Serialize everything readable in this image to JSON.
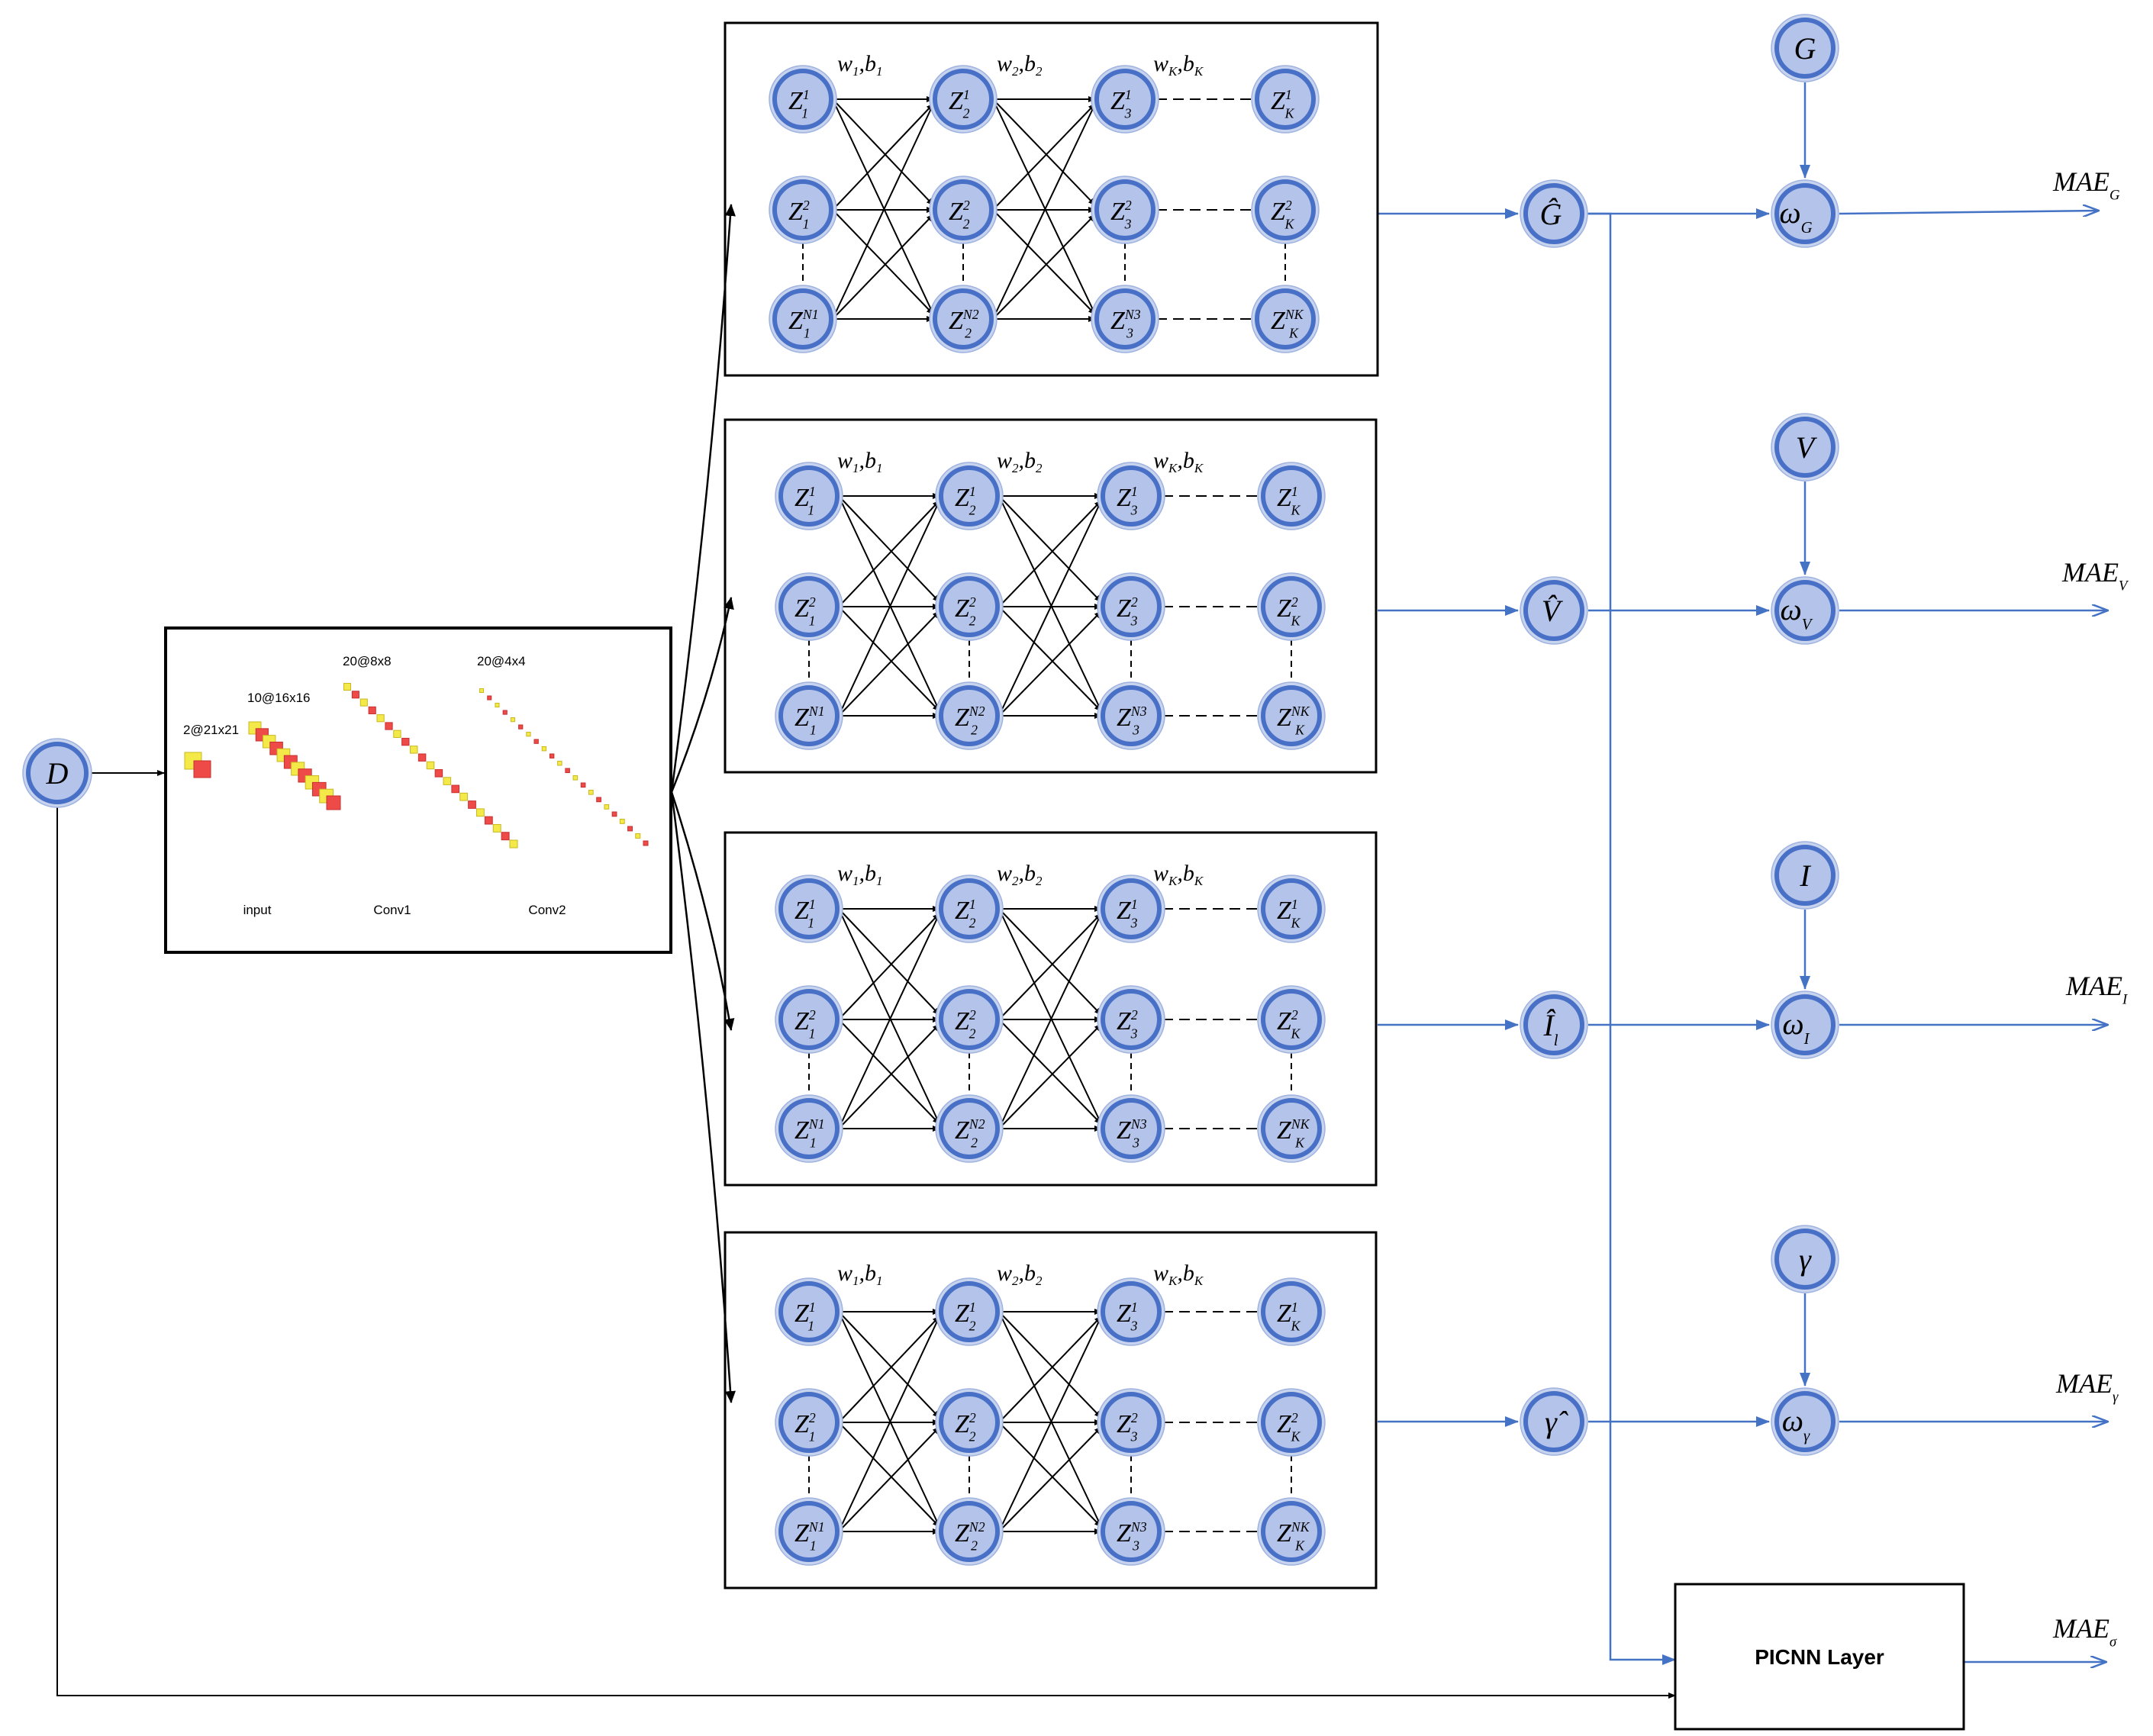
{
  "input_node": {
    "label": "D"
  },
  "cnn": {
    "layer_sizes": [
      "2@21x21",
      "10@16x16",
      "20@8x8",
      "20@4x4"
    ],
    "captions": [
      "input",
      "Conv1",
      "Conv2"
    ]
  },
  "subnets": [
    {
      "weight_labels": [
        {
          "w": "w",
          "ws": "1",
          "b": "b",
          "bs": "1"
        },
        {
          "w": "w",
          "ws": "2",
          "b": "b",
          "bs": "2"
        },
        {
          "w": "w",
          "ws": "K",
          "b": "b",
          "bs": "K"
        }
      ],
      "columns": [
        [
          {
            "b": "Z",
            "sub": "1",
            "sup": "1"
          },
          {
            "b": "Z",
            "sub": "1",
            "sup": "2"
          },
          {
            "b": "Z",
            "sub": "1",
            "sup": "N1"
          }
        ],
        [
          {
            "b": "Z",
            "sub": "2",
            "sup": "1"
          },
          {
            "b": "Z",
            "sub": "2",
            "sup": "2"
          },
          {
            "b": "Z",
            "sub": "2",
            "sup": "N2"
          }
        ],
        [
          {
            "b": "Z",
            "sub": "3",
            "sup": "1"
          },
          {
            "b": "Z",
            "sub": "3",
            "sup": "2"
          },
          {
            "b": "Z",
            "sub": "3",
            "sup": "N3"
          }
        ],
        [
          {
            "b": "Z",
            "sub": "K",
            "sup": "1"
          },
          {
            "b": "Z",
            "sub": "K",
            "sup": "2"
          },
          {
            "b": "Z",
            "sub": "K",
            "sup": "NK"
          }
        ]
      ]
    },
    {
      "weight_labels": [
        {
          "w": "w",
          "ws": "1",
          "b": "b",
          "bs": "1"
        },
        {
          "w": "w",
          "ws": "2",
          "b": "b",
          "bs": "2"
        },
        {
          "w": "w",
          "ws": "K",
          "b": "b",
          "bs": "K"
        }
      ],
      "columns": [
        [
          {
            "b": "Z",
            "sub": "1",
            "sup": "1"
          },
          {
            "b": "Z",
            "sub": "1",
            "sup": "2"
          },
          {
            "b": "Z",
            "sub": "1",
            "sup": "N1"
          }
        ],
        [
          {
            "b": "Z",
            "sub": "2",
            "sup": "1"
          },
          {
            "b": "Z",
            "sub": "2",
            "sup": "2"
          },
          {
            "b": "Z",
            "sub": "2",
            "sup": "N2"
          }
        ],
        [
          {
            "b": "Z",
            "sub": "3",
            "sup": "1"
          },
          {
            "b": "Z",
            "sub": "3",
            "sup": "2"
          },
          {
            "b": "Z",
            "sub": "3",
            "sup": "N3"
          }
        ],
        [
          {
            "b": "Z",
            "sub": "K",
            "sup": "1"
          },
          {
            "b": "Z",
            "sub": "K",
            "sup": "2"
          },
          {
            "b": "Z",
            "sub": "K",
            "sup": "NK"
          }
        ]
      ]
    },
    {
      "weight_labels": [
        {
          "w": "w",
          "ws": "1",
          "b": "b",
          "bs": "1"
        },
        {
          "w": "w",
          "ws": "2",
          "b": "b",
          "bs": "2"
        },
        {
          "w": "w",
          "ws": "K",
          "b": "b",
          "bs": "K"
        }
      ],
      "columns": [
        [
          {
            "b": "Z",
            "sub": "1",
            "sup": "1"
          },
          {
            "b": "Z",
            "sub": "1",
            "sup": "2"
          },
          {
            "b": "Z",
            "sub": "1",
            "sup": "N1"
          }
        ],
        [
          {
            "b": "Z",
            "sub": "2",
            "sup": "1"
          },
          {
            "b": "Z",
            "sub": "2",
            "sup": "2"
          },
          {
            "b": "Z",
            "sub": "2",
            "sup": "N2"
          }
        ],
        [
          {
            "b": "Z",
            "sub": "3",
            "sup": "1"
          },
          {
            "b": "Z",
            "sub": "3",
            "sup": "2"
          },
          {
            "b": "Z",
            "sub": "3",
            "sup": "N3"
          }
        ],
        [
          {
            "b": "Z",
            "sub": "K",
            "sup": "1"
          },
          {
            "b": "Z",
            "sub": "K",
            "sup": "2"
          },
          {
            "b": "Z",
            "sub": "K",
            "sup": "NK"
          }
        ]
      ]
    },
    {
      "weight_labels": [
        {
          "w": "w",
          "ws": "1",
          "b": "b",
          "bs": "1"
        },
        {
          "w": "w",
          "ws": "2",
          "b": "b",
          "bs": "2"
        },
        {
          "w": "w",
          "ws": "K",
          "b": "b",
          "bs": "K"
        }
      ],
      "columns": [
        [
          {
            "b": "Z",
            "sub": "1",
            "sup": "1"
          },
          {
            "b": "Z",
            "sub": "1",
            "sup": "2"
          },
          {
            "b": "Z",
            "sub": "1",
            "sup": "N1"
          }
        ],
        [
          {
            "b": "Z",
            "sub": "2",
            "sup": "1"
          },
          {
            "b": "Z",
            "sub": "2",
            "sup": "2"
          },
          {
            "b": "Z",
            "sub": "2",
            "sup": "N2"
          }
        ],
        [
          {
            "b": "Z",
            "sub": "3",
            "sup": "1"
          },
          {
            "b": "Z",
            "sub": "3",
            "sup": "2"
          },
          {
            "b": "Z",
            "sub": "3",
            "sup": "N3"
          }
        ],
        [
          {
            "b": "Z",
            "sub": "K",
            "sup": "1"
          },
          {
            "b": "Z",
            "sub": "K",
            "sup": "2"
          },
          {
            "b": "Z",
            "sub": "K",
            "sup": "NK"
          }
        ]
      ]
    }
  ],
  "outputs": [
    {
      "prediction": "Ĝ",
      "pred_sub": "",
      "target": "G",
      "weight": "ω",
      "weight_sub": "G",
      "mae": "MAE",
      "mae_sub": "G"
    },
    {
      "prediction": "V̂",
      "pred_sub": "",
      "target": "V",
      "weight": "ω",
      "weight_sub": "V",
      "mae": "MAE",
      "mae_sub": "V"
    },
    {
      "prediction": "Î",
      "pred_sub": "l",
      "target": "I",
      "weight": "ω",
      "weight_sub": "I",
      "mae": "MAE",
      "mae_sub": "I"
    },
    {
      "prediction": "γ̂",
      "pred_sub": "",
      "target": "γ",
      "weight": "ω",
      "weight_sub": "γ",
      "mae": "MAE",
      "mae_sub": "γ"
    }
  ],
  "picnn": {
    "label": "PICNN Layer",
    "mae": "MAE",
    "mae_sub": "σ"
  },
  "colors": {
    "node_fill": "#b3c3ea",
    "node_ring": "#4870c6",
    "node_halo": "#c8d4ee",
    "output_line": "#4472c4",
    "black": "#000000",
    "cnn_yellow": "#f3ea4a",
    "cnn_red": "#ee4a48"
  }
}
